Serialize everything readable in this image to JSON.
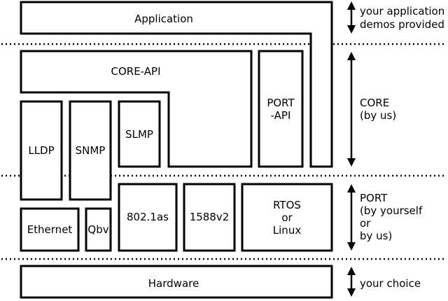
{
  "blocks": {
    "application": "Application",
    "core_api": "CORE-API",
    "port_api": [
      "PORT",
      "-API"
    ],
    "lldp": "LLDP",
    "snmp": "SNMP",
    "slmp": "SLMP",
    "ethernet": "Ethernet",
    "qbv": "Qbv",
    "ieee8021as": "802.1as",
    "ptp1588v2": "1588v2",
    "rtos": [
      "RTOS",
      "or",
      "Linux"
    ],
    "hardware": "Hardware"
  },
  "layers": {
    "application": [
      "your application",
      "demos provided"
    ],
    "core": [
      "CORE",
      "(by us)"
    ],
    "port": [
      "PORT",
      "(by yourself",
      "or",
      "by us)"
    ],
    "hardware": [
      "your choice"
    ]
  },
  "colors": {
    "stroke": "#000000",
    "background": "#ffffff"
  }
}
